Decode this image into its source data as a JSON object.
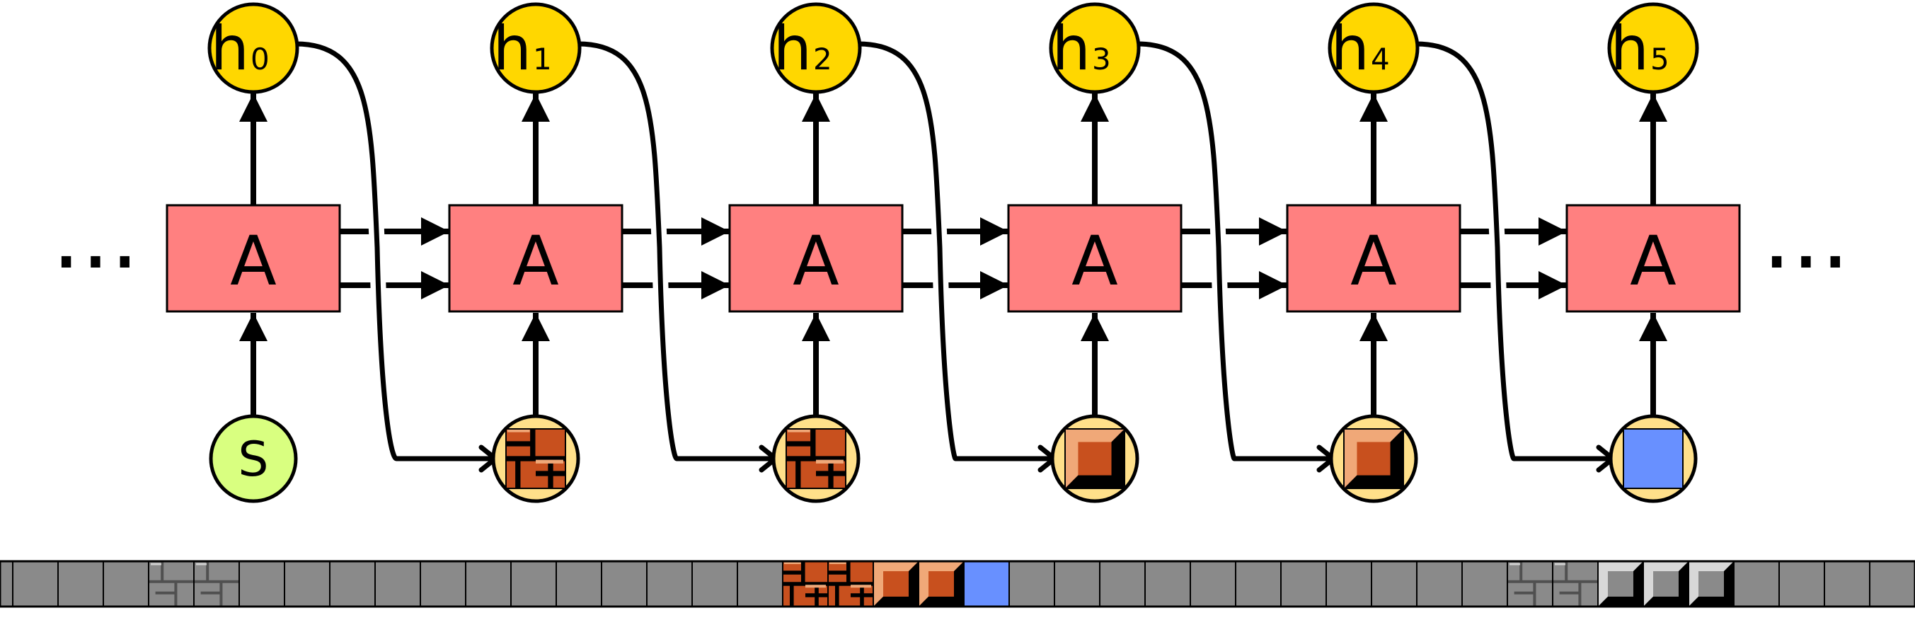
{
  "colors": {
    "cell_fill": "#ff8080",
    "h_node_fill": "#ffd700",
    "start_node_fill": "#d9ff80",
    "tile_node_fill": "#ffe08a",
    "stroke": "#000000",
    "brick": "#c8501e",
    "brick_light": "#f0a878",
    "sky": "#6890ff",
    "stone": "#8a8a8a",
    "stone_dark": "#505050"
  },
  "ellipsis": "...",
  "cells": [
    {
      "label": "A",
      "output": {
        "letter": "h",
        "index": "0"
      },
      "input": {
        "type": "start",
        "label": "S"
      }
    },
    {
      "label": "A",
      "output": {
        "letter": "h",
        "index": "1"
      },
      "input": {
        "type": "tile",
        "tile": "brick-icon"
      }
    },
    {
      "label": "A",
      "output": {
        "letter": "h",
        "index": "2"
      },
      "input": {
        "type": "tile",
        "tile": "brick-icon"
      }
    },
    {
      "label": "A",
      "output": {
        "letter": "h",
        "index": "3"
      },
      "input": {
        "type": "tile",
        "tile": "pyramid-block-icon"
      }
    },
    {
      "label": "A",
      "output": {
        "letter": "h",
        "index": "4"
      },
      "input": {
        "type": "tile",
        "tile": "pyramid-block-icon"
      }
    },
    {
      "label": "A",
      "output": {
        "letter": "h",
        "index": "5"
      },
      "input": {
        "type": "tile",
        "tile": "sky-icon"
      }
    }
  ],
  "strip_tiles": [
    "stone",
    "stone",
    "stone",
    "stone",
    "cracked-stone",
    "cracked-stone",
    "stone",
    "stone",
    "stone",
    "stone",
    "stone",
    "stone",
    "stone",
    "stone",
    "stone",
    "stone",
    "stone",
    "stone",
    "brick",
    "brick",
    "pyramid-block",
    "pyramid-block",
    "sky",
    "stone",
    "stone",
    "stone",
    "stone",
    "stone",
    "stone",
    "stone",
    "stone",
    "stone",
    "stone",
    "stone",
    "cracked-stone",
    "cracked-stone",
    "gray-pyramid-block",
    "gray-pyramid-block",
    "gray-pyramid-block",
    "stone",
    "stone",
    "stone",
    "stone"
  ]
}
